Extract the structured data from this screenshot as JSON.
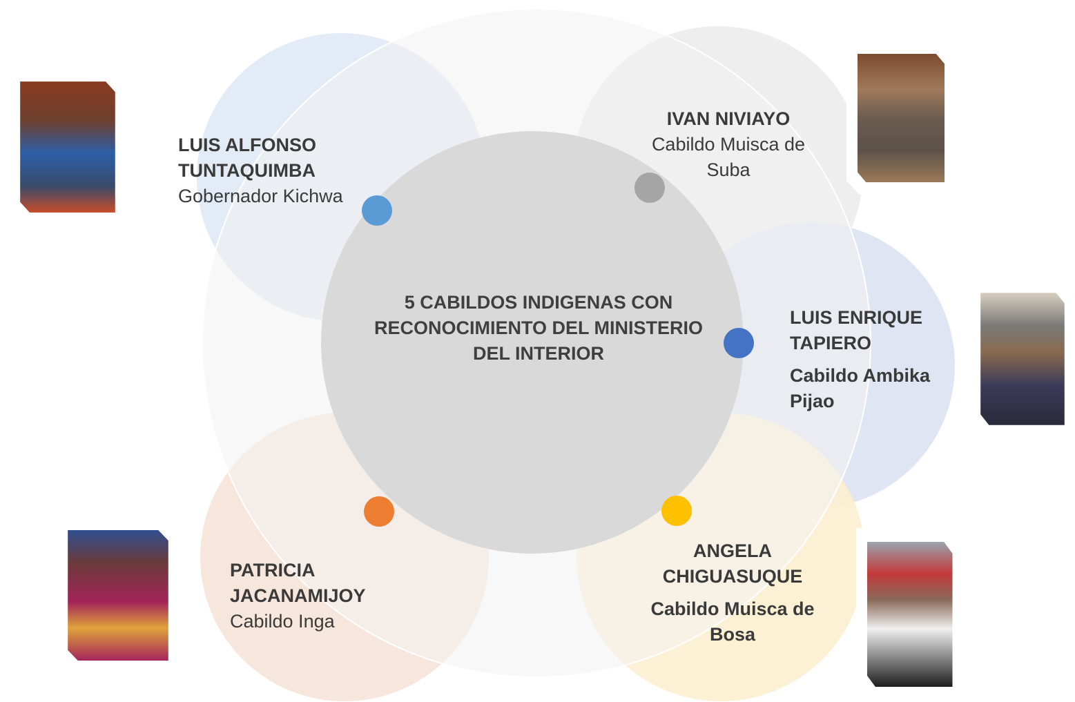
{
  "center": {
    "title": "5 CABILDOS INDIGENAS CON RECONOCIMIENTO DEL MINISTERIO DEL INTERIOR"
  },
  "people": [
    {
      "name_line1": "LUIS ALFONSO",
      "name_line2": "TUNTAQUIMBA",
      "role": "Gobernador Kichwa",
      "dot_color": "#5b9bd5"
    },
    {
      "name_line1": "IVAN NIVIAYO",
      "role_line1": "Cabildo Muisca de",
      "role_line2": "Suba",
      "dot_color": "#a5a5a5"
    },
    {
      "name_line1": "LUIS ENRIQUE",
      "name_line2": "TAPIERO",
      "role_line1": "Cabildo Ambika",
      "role_line2": "Pijao",
      "dot_color": "#4472c4"
    },
    {
      "name_line1": "PATRICIA",
      "name_line2": "JACANAMIJOY",
      "role": "Cabildo Inga",
      "dot_color": "#ed7d31"
    },
    {
      "name_line1": "ANGELA",
      "name_line2": "CHIGUASUQUE",
      "role_line1": "Cabildo Muisca de",
      "role_line2": "Bosa",
      "dot_color": "#ffc000"
    }
  ],
  "colors": {
    "big_ring": "#f2f2f2",
    "center_circle": "#d9d9d9",
    "blue_circle": "#dde8f4",
    "gray_circle": "#ececec",
    "indigo_circle": "#dbe2f1",
    "orange_circle": "#f6e3d7",
    "yellow_circle": "#fcf0cf"
  },
  "photos": [
    {
      "icon": "portrait-photo",
      "colors": [
        "#8a3b1f",
        "#2d5ea8",
        "#c94c2a"
      ]
    },
    {
      "icon": "portrait-photo",
      "colors": [
        "#7d4a2c",
        "#6c5c4f",
        "#9c7a5a"
      ]
    },
    {
      "icon": "portrait-photo",
      "colors": [
        "#7a7a78",
        "#3b3b5a",
        "#d9cfc0"
      ]
    },
    {
      "icon": "portrait-photo",
      "colors": [
        "#2f4f8f",
        "#a3245a",
        "#e0a33a"
      ]
    },
    {
      "icon": "portrait-photo",
      "colors": [
        "#9aa3ac",
        "#1d1d1d",
        "#c23a3a"
      ]
    }
  ]
}
